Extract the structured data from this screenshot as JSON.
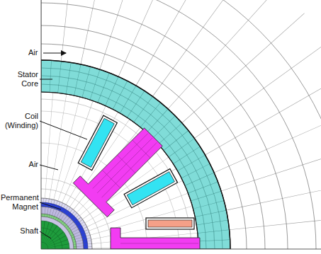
{
  "diagram": {
    "labels": [
      "Air",
      "Stator Core",
      "Coil (Winding)",
      "Air",
      "Permanent Magnet",
      "Shaft"
    ]
  }
}
